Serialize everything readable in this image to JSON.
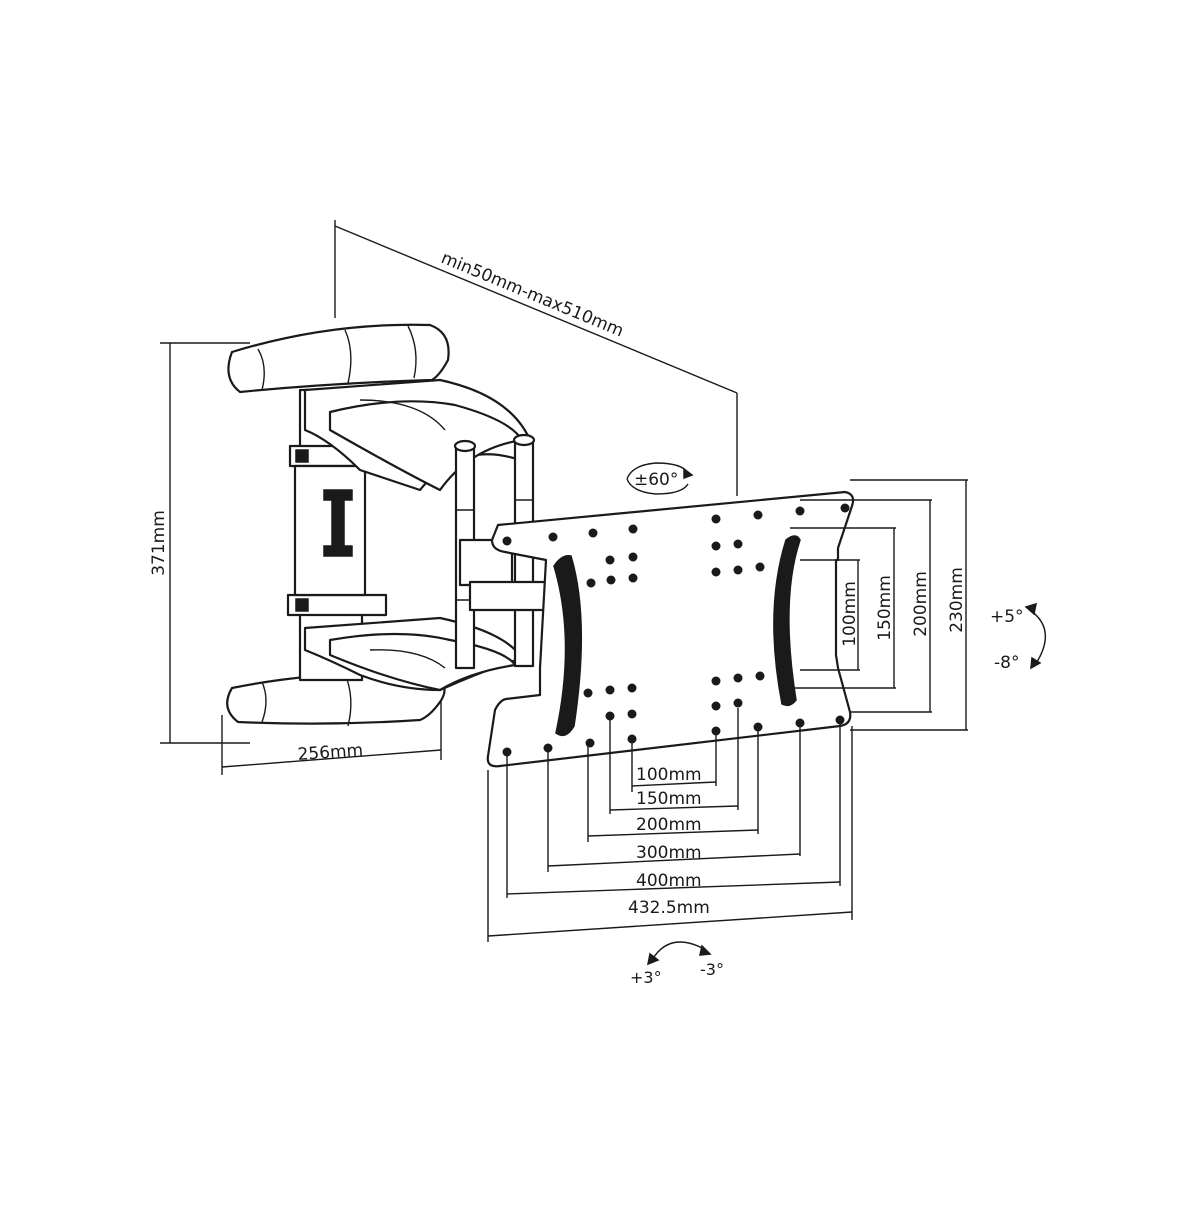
{
  "dimensions": {
    "extension": "min50mm-max510mm",
    "wall_plate_height": "371mm",
    "wall_plate_width": "256mm",
    "vesa_vertical": [
      "100mm",
      "150mm",
      "200mm",
      "230mm"
    ],
    "vesa_horizontal": [
      "100mm",
      "150mm",
      "200mm",
      "300mm",
      "400mm",
      "432.5mm"
    ]
  },
  "rotation": {
    "swivel": "±60°",
    "tilt_up": "+5°",
    "tilt_down": "-8°",
    "level_plus": "+3°",
    "level_minus": "-3°"
  },
  "colors": {
    "line": "#1a1a1a",
    "background": "#ffffff"
  }
}
